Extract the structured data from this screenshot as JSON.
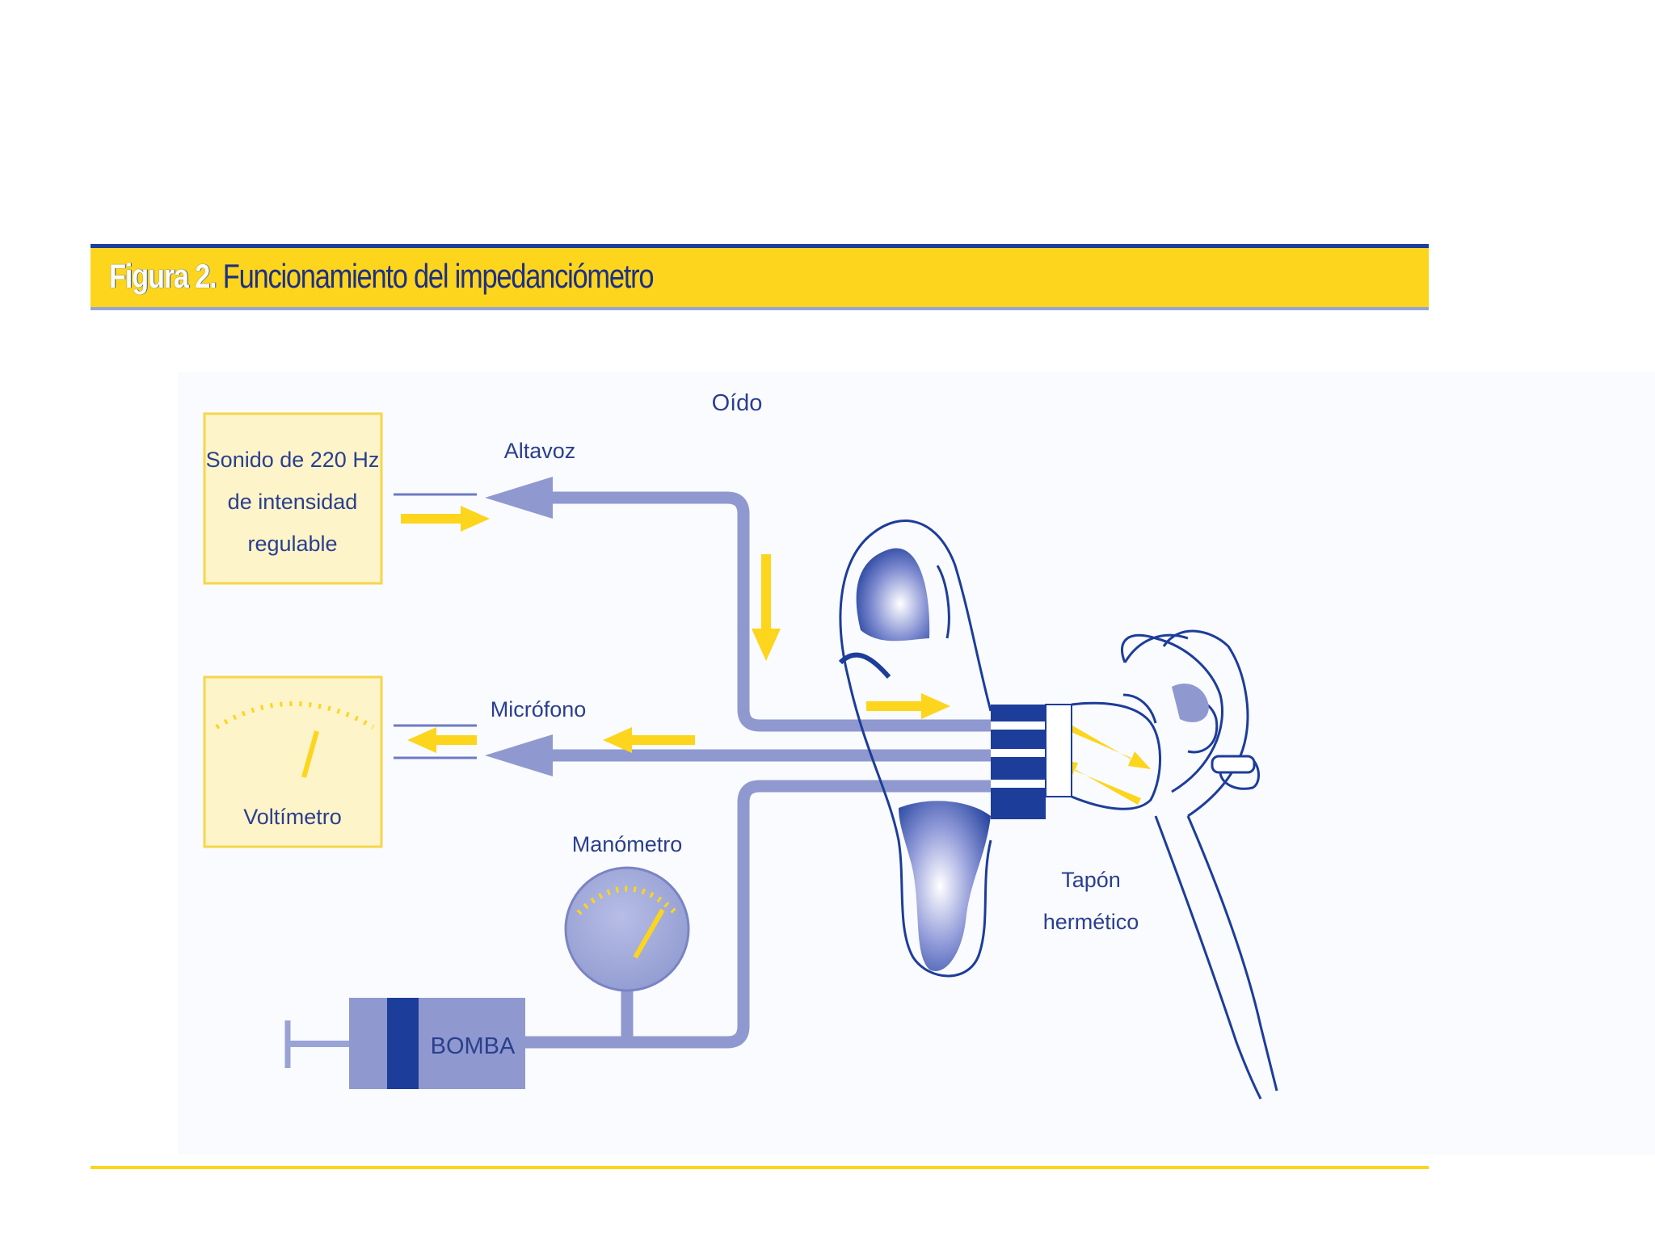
{
  "title": {
    "figure_label": "Figura 2.",
    "text": "Funcionamiento del impedanciómetro"
  },
  "labels": {
    "oido": "Oído",
    "altavoz": "Altavoz",
    "microfono": "Micrófono",
    "manometro": "Manómetro",
    "tapon_line1": "Tapón",
    "tapon_line2": "hermético",
    "bomba": "BOMBA",
    "sound_box_line1": "Sonido de 220 Hz",
    "sound_box_line2": "de intensidad",
    "sound_box_line3": "regulable",
    "voltmeter": "Voltímetro"
  },
  "colors": {
    "tube": "#8f99cf",
    "dark_blue": "#1d3d9a",
    "yellow": "#fcd51c",
    "box_fill": "#fdf4c9",
    "box_border": "#f6d64a"
  }
}
